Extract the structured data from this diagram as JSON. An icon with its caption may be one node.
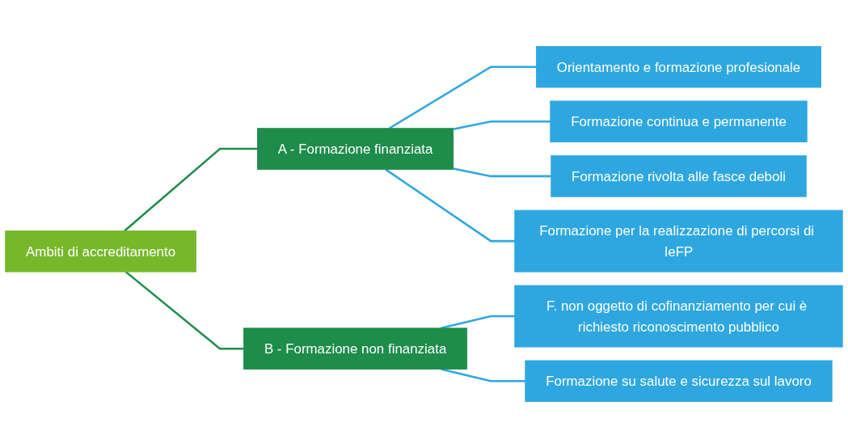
{
  "diagram": {
    "nodes": [
      {
        "text": [
          "Ambiti di accreditamento"
        ]
      },
      {
        "text": [
          "A - Formazione finanziata"
        ]
      },
      {
        "text": [
          "B - Formazione non finanziata"
        ]
      },
      {
        "text": [
          "Orientamento e formazione profesionale"
        ]
      },
      {
        "text": [
          "Formazione continua e permanente"
        ]
      },
      {
        "text": [
          "Formazione rivolta alle fasce deboli"
        ]
      },
      {
        "text": [
          "Formazione per la realizzazione di percorsi di IeFP"
        ]
      },
      {
        "text": [
          "F. non oggetto di cofinanziamento per cui è richiesto riconoscimento pubblico"
        ]
      },
      {
        "text": [
          "Formazione  su salute e sicurezza sul lavoro"
        ]
      }
    ],
    "edges": [
      {
        "from": 0,
        "to": 1,
        "arrow": "none",
        "color": "#1e8c4a"
      },
      {
        "from": 0,
        "to": 2,
        "arrow": "none",
        "color": "#1e8c4a"
      },
      {
        "from": 1,
        "to": 3,
        "arrow": "none"
      },
      {
        "from": 1,
        "to": 4,
        "arrow": "none"
      },
      {
        "from": 1,
        "to": 5,
        "arrow": "none"
      },
      {
        "from": 1,
        "to": 6,
        "arrow": "none"
      },
      {
        "from": 2,
        "to": 7,
        "arrow": "none"
      },
      {
        "from": 2,
        "to": 8,
        "arrow": "none"
      }
    ]
  }
}
